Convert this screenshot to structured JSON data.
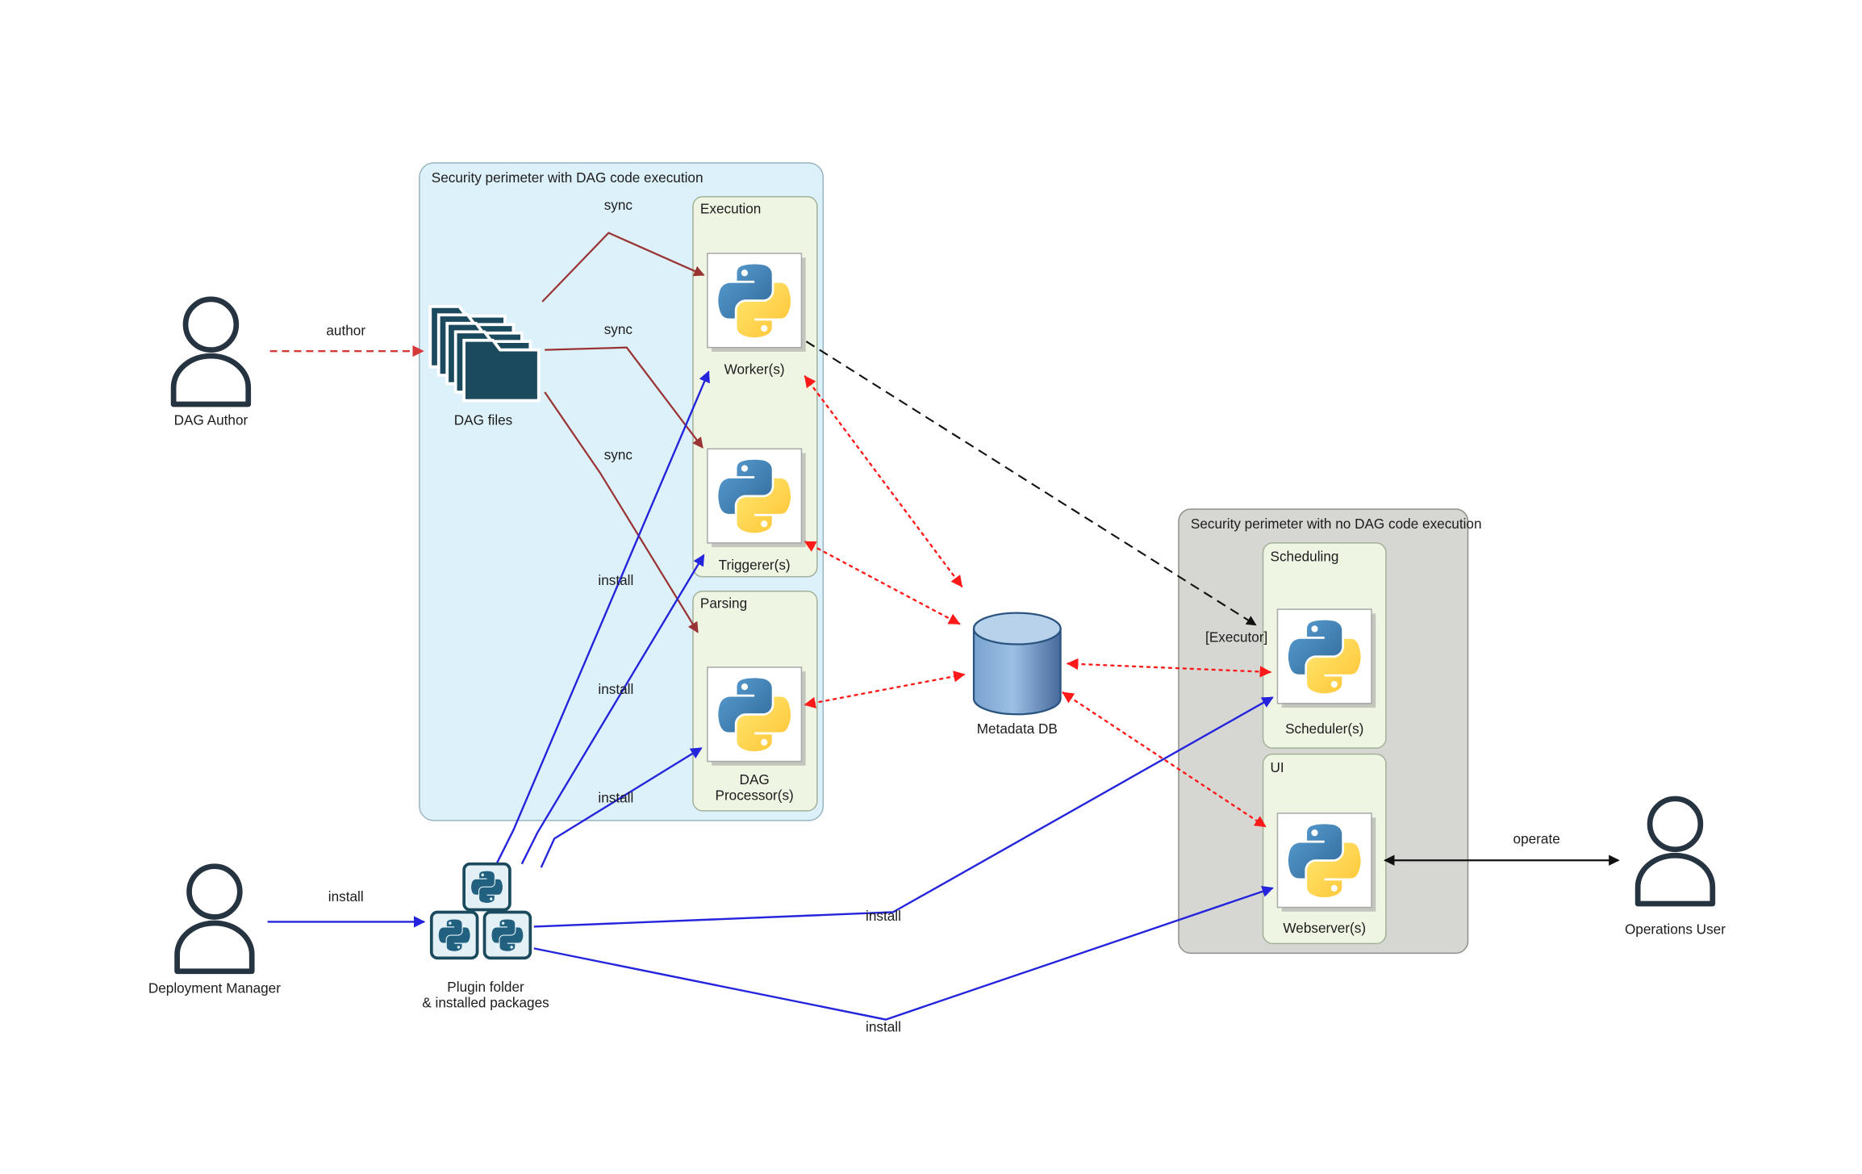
{
  "perimeters": {
    "with_dag": "Security perimeter with DAG code execution",
    "no_dag": "Security perimeter with no DAG code execution"
  },
  "groups": {
    "execution": "Execution",
    "parsing": "Parsing",
    "scheduling": "Scheduling",
    "ui": "UI"
  },
  "nodes": {
    "dag_author": "DAG Author",
    "dag_files": "DAG files",
    "workers": "Worker(s)",
    "triggerers": "Triggerer(s)",
    "dag_processor": [
      "DAG",
      "Processor(s)"
    ],
    "metadata_db": "Metadata DB",
    "schedulers": "Scheduler(s)",
    "webservers": "Webserver(s)",
    "executor_annotation": "[Executor]",
    "deployment_manager": "Deployment Manager",
    "plugin_folder": [
      "Plugin folder",
      "& installed packages"
    ],
    "operations_user": "Operations User"
  },
  "edge_labels": {
    "author": "author",
    "sync": "sync",
    "install": "install",
    "operate": "operate"
  },
  "colors": {
    "perimeter_dag_fill": "#ddf1fa",
    "perimeter_no_dag_fill": "#d6d6d2",
    "group_fill": "#eef5e3",
    "sync_arrow": "#9a3434",
    "install_arrow": "#2424dd",
    "db_arrow": "#ff1a1a",
    "author_arrow": "#d43a3a",
    "operate_arrow": "#111111",
    "folder_fill": "#1b4a5e",
    "db_fill": "#4a7ab5"
  }
}
